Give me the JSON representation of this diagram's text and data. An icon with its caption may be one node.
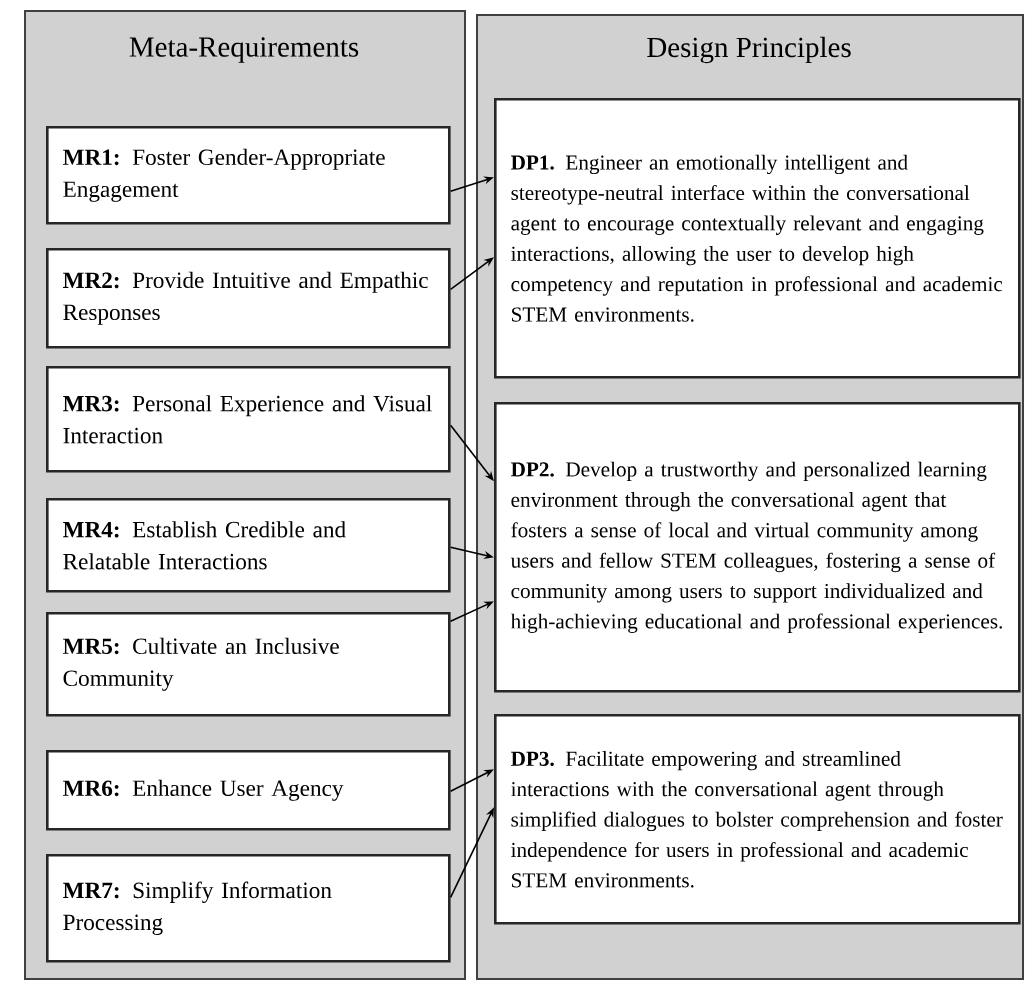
{
  "diagram": {
    "nodes": [
      {
        "text": [
          "Meta-Requirements"
        ]
      },
      {
        "text": [
          "**MR1:** Foster Gender-Appropriate Engagement"
        ],
        "in": 0
      },
      {
        "text": [
          "**MR2:** Provide Intuitive and Empathic Responses"
        ],
        "in": 0
      },
      {
        "text": [
          "**MR3:** Personal Experience and Visual Interaction"
        ],
        "in": 0
      },
      {
        "text": [
          "**MR4:** Establish Credible and Relatable Interactions"
        ],
        "in": 0
      },
      {
        "text": [
          "**MR5:** Cultivate an Inclusive Community"
        ],
        "in": 0
      },
      {
        "text": [
          "**MR6:** Enhance User Agency"
        ],
        "in": 0
      },
      {
        "text": [
          "**MR7:** Simplify Information Processing"
        ],
        "in": 0
      },
      {
        "text": [
          "Design Principles"
        ]
      },
      {
        "text": [
          "**DP1.** Engineer an emotionally intelligent and stereotype-neutral interface within the conversational agent to encourage contextually relevant and engaging interactions, allowing the user to develop high competency and reputation in professional and academic STEM environments."
        ],
        "in": 8
      },
      {
        "text": [
          "**DP2.** Develop a trustworthy and personalized learning environment through the conversational agent that fosters a sense of local and virtual community among users and fellow STEM colleagues, fostering a sense of community among users to support individualized and high-achieving educational and professional experiences."
        ],
        "in": 8
      },
      {
        "text": [
          "**DP3.** Facilitate empowering and streamlined interactions with the conversational agent through simplified dialogues to bolster comprehension and foster independence for users in professional and academic STEM environments."
        ],
        "in": 8
      }
    ],
    "edges": [
      {
        "from": 1,
        "to": 9,
        "arrow": "to"
      },
      {
        "from": 2,
        "to": 9,
        "arrow": "to"
      },
      {
        "from": 3,
        "to": 10,
        "arrow": "to"
      },
      {
        "from": 4,
        "to": 10,
        "arrow": "to"
      },
      {
        "from": 5,
        "to": 10,
        "arrow": "to"
      },
      {
        "from": 6,
        "to": 11,
        "arrow": "to"
      },
      {
        "from": 7,
        "to": 11,
        "arrow": "to"
      }
    ]
  }
}
